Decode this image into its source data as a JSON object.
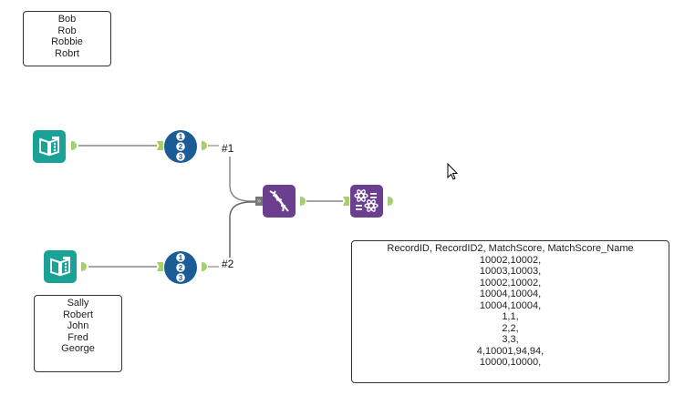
{
  "canvas": {
    "comments": [
      {
        "id": "names-top",
        "lines": [
          "Bob",
          "Rob",
          "Robbie",
          "Robrt"
        ]
      },
      {
        "id": "names-bottom",
        "lines": [
          "Sally",
          "Robert",
          "John",
          "Fred",
          "George"
        ]
      },
      {
        "id": "results",
        "lines": [
          "RecordID, RecordID2, MatchScore, MatchScore_Name",
          "10002,10002,",
          "10003,10003,",
          "10002,10002,",
          "10004,10004,",
          "10004,10004,",
          "1,1,",
          "2,2,",
          "3,3,",
          "4,10001,94,94,",
          "10000,10000,"
        ]
      }
    ],
    "tools": [
      {
        "name": "text-input-tool-1",
        "type": "Text Input",
        "icon": "book-icon",
        "color": "#1ba297"
      },
      {
        "name": "record-id-tool-1",
        "type": "Record ID",
        "icon": "numbered-list-icon",
        "color": "#1b5c96"
      },
      {
        "name": "text-input-tool-2",
        "type": "Text Input",
        "icon": "book-icon",
        "color": "#1ba297"
      },
      {
        "name": "record-id-tool-2",
        "type": "Record ID",
        "icon": "numbered-list-icon",
        "color": "#1b5c96"
      },
      {
        "name": "fuzzy-match-tool",
        "type": "Fuzzy Match",
        "icon": "dna-icon",
        "color": "#6b3e8f"
      },
      {
        "name": "formula-tool",
        "type": "Formula / Transform",
        "icon": "atom-equals-icon",
        "color": "#6b3e8f"
      }
    ],
    "connection_labels": [
      "#1",
      "#2"
    ],
    "record_id_digits": [
      "1",
      "2",
      "3"
    ],
    "multi_input_glyph": "»",
    "colors": {
      "anchor": "#a4d16a",
      "wire": "#888888",
      "teal": "#1ba297",
      "blue": "#1b5c96",
      "purple": "#6b3e8f"
    }
  }
}
